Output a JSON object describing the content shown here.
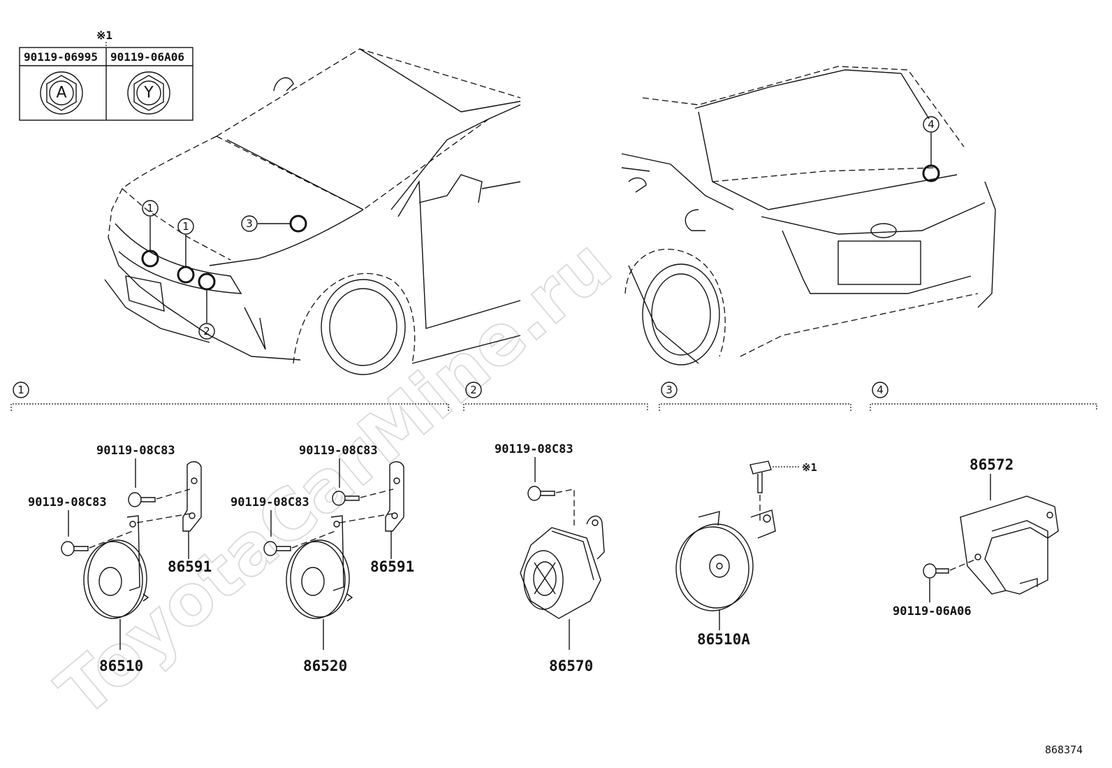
{
  "fastener_note": {
    "mark": "※1",
    "columns": [
      {
        "part_no": "90119-06995",
        "head_letter": "A"
      },
      {
        "part_no": "90119-06A06",
        "head_letter": "Y"
      }
    ]
  },
  "car_callouts": [
    "1",
    "1",
    "2",
    "3",
    "4"
  ],
  "groups": [
    {
      "num": "1"
    },
    {
      "num": "2"
    },
    {
      "num": "3"
    },
    {
      "num": "4"
    }
  ],
  "parts": {
    "g1_bolt_a": "90119-08C83",
    "g1_bolt_b": "90119-08C83",
    "g1_bracket": "86591",
    "g1_horn": "86510",
    "g1_bolt_c": "90119-08C83",
    "g1_bolt_d": "90119-08C83",
    "g1_bracket2": "86591",
    "g1_horn2": "86520",
    "g2_bolt": "90119-08C83",
    "g2_siren": "86570",
    "g3_bolt_ref": "※1",
    "g3_horn": "86510A",
    "g4_sensor": "86572",
    "g4_bolt": "90119-06A06"
  },
  "watermark": "ToyotaCarMine.ru",
  "diagram_id": "868374"
}
